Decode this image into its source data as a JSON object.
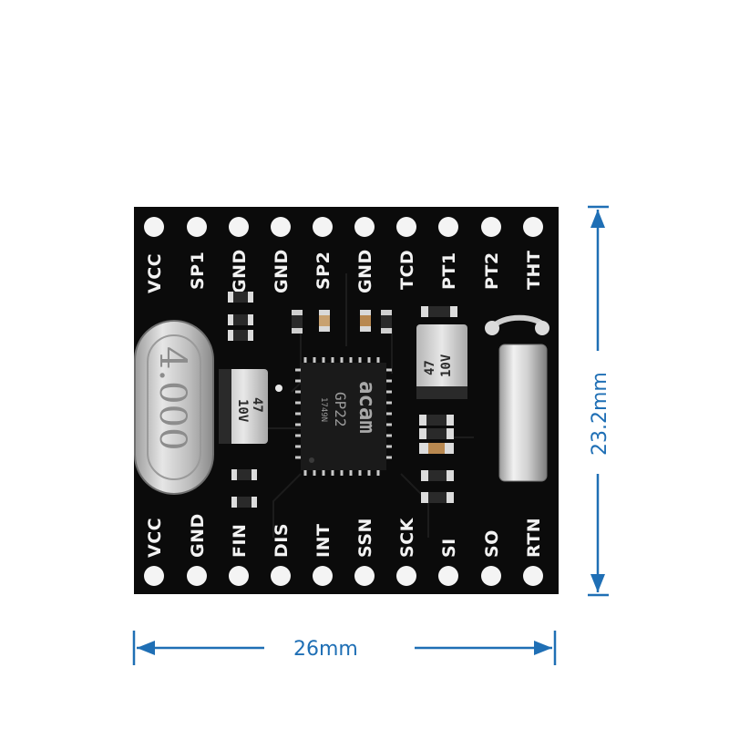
{
  "board": {
    "top_pins": [
      "VCC",
      "SP1",
      "GND",
      "GND",
      "SP2",
      "GND",
      "TCD",
      "PT1",
      "PT2",
      "THT"
    ],
    "bottom_pins": [
      "VCC",
      "GND",
      "FIN",
      "DIS",
      "INT",
      "SSN",
      "SCK",
      "SI",
      "SO",
      "RTN"
    ]
  },
  "dimensions": {
    "width_label": "26mm",
    "height_label": "23.2mm"
  },
  "chip": {
    "logo": "acam",
    "model": "GP22",
    "code": "1749N"
  },
  "capacitor_left": {
    "value": "47",
    "voltage": "10V"
  },
  "capacitor_right": {
    "value": "47",
    "voltage": "10V"
  },
  "crystal": {
    "marking": "4.000"
  },
  "colors": {
    "pcb": "#0b0b0b",
    "dimension_lines": "#1f6fb5",
    "labels": "#f2f2f2"
  }
}
